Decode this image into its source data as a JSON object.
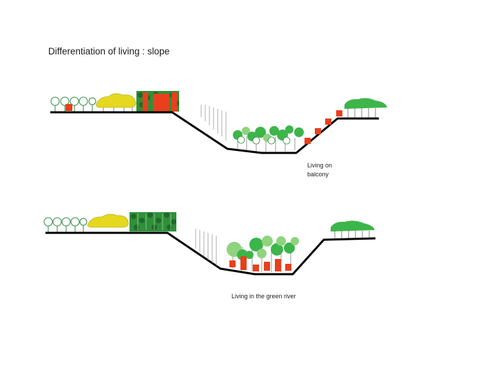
{
  "slide": {
    "title": "Differentiation of living : slope",
    "section_1": {
      "caption_line1": "Living on",
      "caption_line2": "balcony"
    },
    "section_2": {
      "caption": "Living in the green river"
    }
  },
  "colors": {
    "ground": "#000000",
    "building": "#e8401c",
    "tree_green": "#3cb54a",
    "tree_light": "#8fd37f",
    "shrub_yellow": "#e6d81e",
    "forest_dark": "#2f8f3a",
    "tree_outline": "#2f8a3f"
  }
}
